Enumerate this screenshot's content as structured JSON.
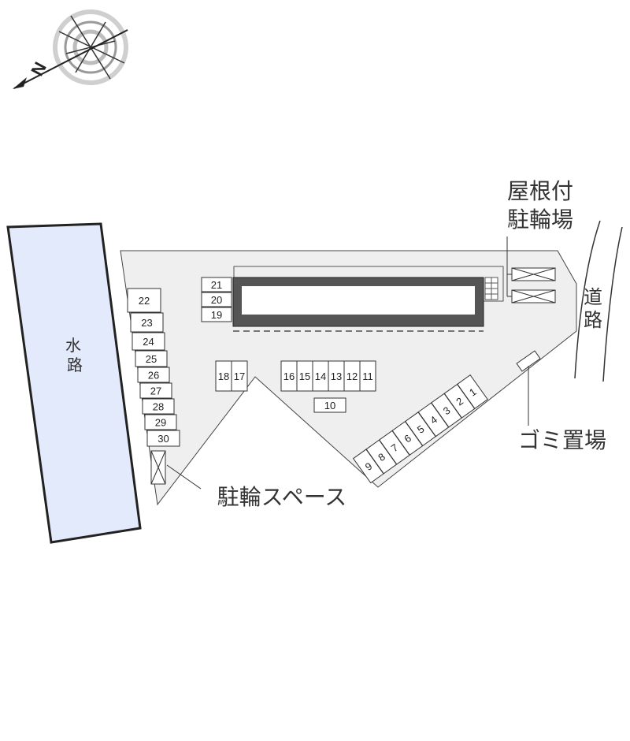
{
  "compass": {
    "north_label": "N",
    "icon": "compass-rose-icon"
  },
  "labels": {
    "waterway": [
      "水",
      "路"
    ],
    "road": [
      "道",
      "路"
    ],
    "covered_bike_parking": [
      "屋根付",
      "駐輪場"
    ],
    "garbage": "ゴミ置場",
    "bike_space": "駐輪スペース"
  },
  "parking": {
    "left_column": [
      "22",
      "23",
      "24",
      "25",
      "26",
      "27",
      "28",
      "29",
      "30"
    ],
    "building_left": [
      "21",
      "20",
      "19"
    ],
    "pair": [
      "18",
      "17"
    ],
    "middle_row": [
      "16",
      "15",
      "14",
      "13",
      "12",
      "11"
    ],
    "single": "10",
    "diagonal": [
      "1",
      "2",
      "3",
      "4",
      "5",
      "6",
      "7",
      "8",
      "9"
    ]
  },
  "colors": {
    "lot": "#efefef",
    "waterway": "#e3eafb",
    "building": "#555555",
    "line": "#444444"
  }
}
